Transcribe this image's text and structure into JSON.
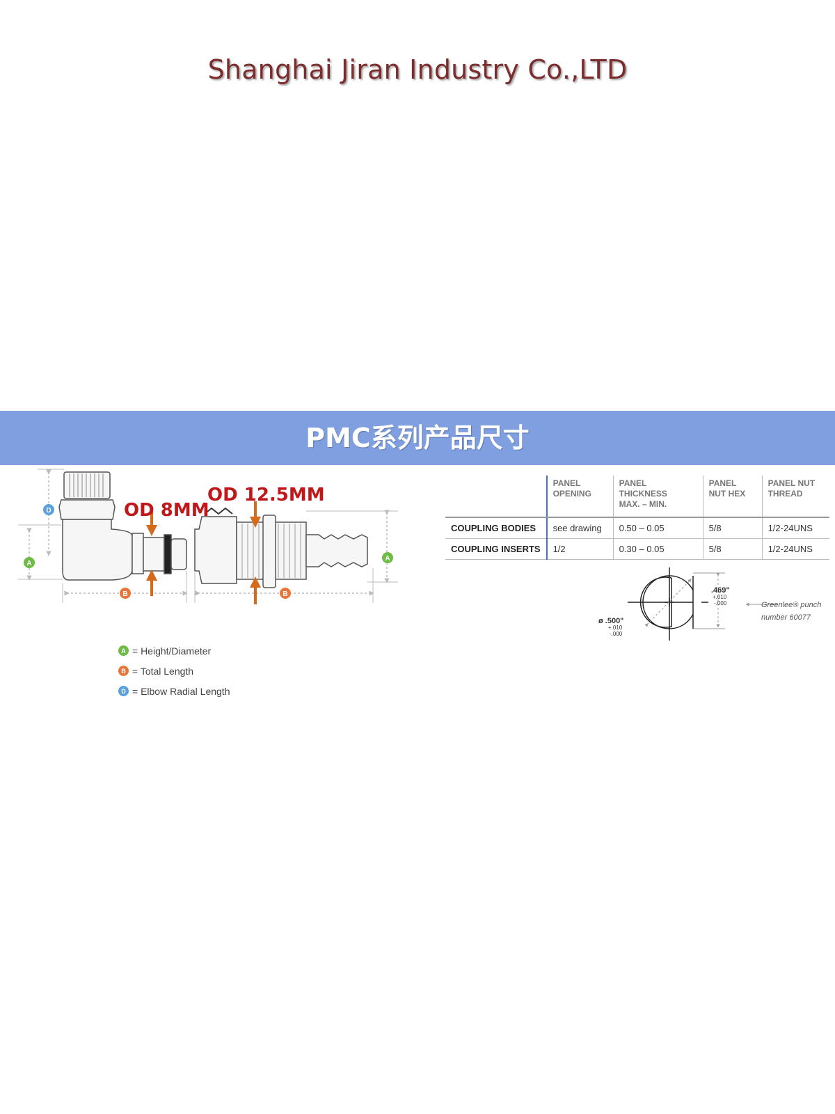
{
  "company": "Shanghai Jiran Industry Co.,LTD",
  "banner": {
    "title": "PMC系列产品尺寸"
  },
  "diagram": {
    "callouts": {
      "od_small": "OD 8MM",
      "od_large": "OD 12.5MM"
    },
    "markers": {
      "a": "A",
      "b": "B",
      "d": "D"
    },
    "legend": [
      {
        "letter": "A",
        "text": "= Height/Diameter",
        "color": "#6dbb45"
      },
      {
        "letter": "B",
        "text": "= Total Length",
        "color": "#e8763a"
      },
      {
        "letter": "D",
        "text": "= Elbow Radial Length",
        "color": "#5aa0dc"
      }
    ],
    "colors": {
      "arrow": "#d36a1c",
      "callout": "#c0181a"
    }
  },
  "spec_table": {
    "headers": [
      "",
      "PANEL\nOPENING",
      "PANEL THICKNESS\nMAX. – MIN.",
      "PANEL\nNUT HEX",
      "PANEL NUT\nTHREAD"
    ],
    "rows": [
      [
        "COUPLING BODIES",
        "see drawing",
        "0.50  – 0.05",
        "5/8",
        "1/2-24UNS"
      ],
      [
        "COUPLING INSERTS",
        "1/2",
        "0.30 – 0.05",
        "5/8",
        "1/2-24UNS"
      ]
    ]
  },
  "cutout": {
    "dim_469": ".469\"",
    "tol_469_plus": "+.010",
    "tol_469_minus": "-.000",
    "dim_500": "ø .500\"",
    "tol_500_plus": "+.010",
    "tol_500_minus": "-.000",
    "note_line1": "Greenlee® punch",
    "note_line2": "number 60077"
  }
}
